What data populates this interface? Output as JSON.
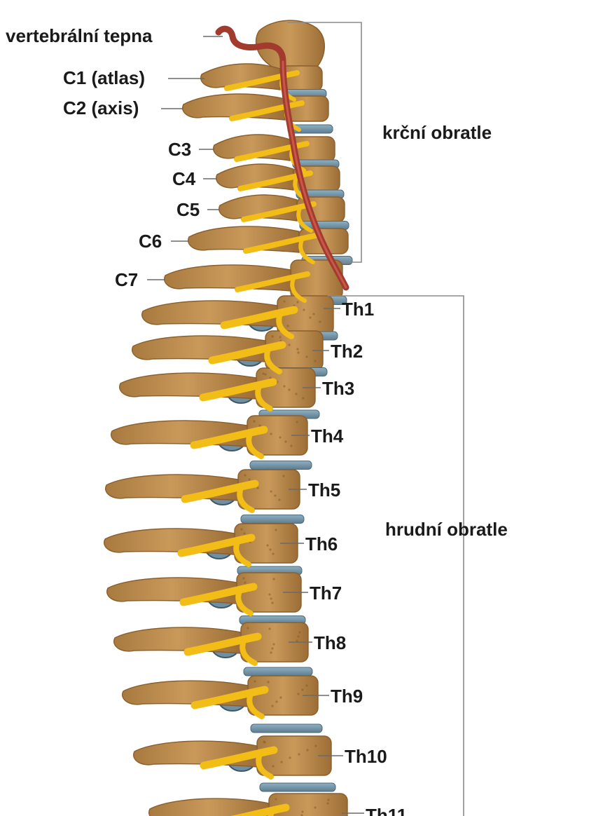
{
  "labels": {
    "vertebral_artery": "vertebrální tepna",
    "c1": "C1 (atlas)",
    "c2": "C2 (axis)",
    "c3": "C3",
    "c4": "C4",
    "c5": "C5",
    "c6": "C6",
    "c7": "C7",
    "th1": "Th1",
    "th2": "Th2",
    "th3": "Th3",
    "th4": "Th4",
    "th5": "Th5",
    "th6": "Th6",
    "th7": "Th7",
    "th8": "Th8",
    "th9": "Th9",
    "th10": "Th10",
    "th11": "Th11"
  },
  "groups": {
    "cervical": "krční obratle",
    "thoracic": "hrudní obratle"
  },
  "colors": {
    "bone": "#b98a4c",
    "bone_dark": "#8a5f2c",
    "bone_light": "#d9b27a",
    "disc": "#6f8fa3",
    "nerve": "#f2bd16",
    "artery": "#a23a2e",
    "bracket": "#8a8a8a"
  }
}
